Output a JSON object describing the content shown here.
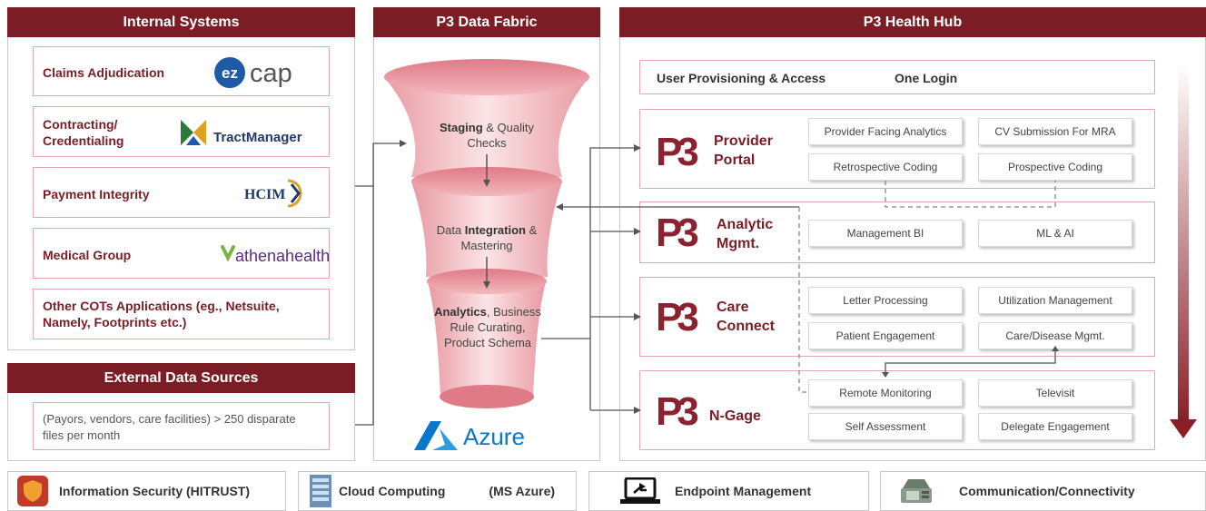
{
  "internal": {
    "title": "Internal Systems",
    "items": [
      {
        "label": "Claims Adjudication",
        "logo": "ezcap"
      },
      {
        "label": "Contracting/\nCredentialing",
        "logo": "TractManager"
      },
      {
        "label": "Payment Integrity",
        "logo": "HCIM"
      },
      {
        "label": "Medical Group",
        "logo": "athenahealth"
      },
      {
        "label": "Other COTs Applications (eg., Netsuite, Namely, Footprints etc.)",
        "logo": ""
      }
    ]
  },
  "external": {
    "title": "External Data Sources",
    "text": "(Payors, vendors, care facilities) > 250 disparate files per month"
  },
  "fabric": {
    "title": "P3 Data Fabric",
    "stage1_bold": "Staging",
    "stage1_rest": " & Quality Checks",
    "stage2_pre": "Data ",
    "stage2_bold": "Integration",
    "stage2_rest": " & Mastering",
    "stage3_bold": "Analytics",
    "stage3_rest": ", Business Rule Curating, Product Schema",
    "azure": "Azure"
  },
  "hub": {
    "title": "P3 Health Hub",
    "access_label": "User Provisioning & Access",
    "access_value": "One Login",
    "p3": "P3",
    "modules": [
      {
        "name_line1": "Provider",
        "name_line2": "Portal",
        "features": [
          "Provider Facing Analytics",
          "CV Submission For MRA",
          "Retrospective Coding",
          "Prospective Coding"
        ]
      },
      {
        "name_line1": "Analytic",
        "name_line2": "Mgmt.",
        "features": [
          "Management BI",
          "ML & AI"
        ]
      },
      {
        "name_line1": "Care",
        "name_line2": "Connect",
        "features": [
          "Letter Processing",
          "Utilization Management",
          "Patient Engagement",
          "Care/Disease Mgmt."
        ]
      },
      {
        "name_line1": "N-Gage",
        "name_line2": "",
        "features": [
          "Remote Monitoring",
          "Televisit",
          "Self Assessment",
          "Delegate Engagement"
        ]
      }
    ]
  },
  "bottom": [
    {
      "label": "Information Security (HITRUST)",
      "icon": "shield-icon"
    },
    {
      "label": "Cloud Computing",
      "extra": "(MS Azure)",
      "icon": "server-icon"
    },
    {
      "label": "Endpoint Management",
      "icon": "laptop-icon"
    },
    {
      "label": "Communication/Connectivity",
      "icon": "phone-icon"
    }
  ],
  "colors": {
    "brand": "#7b1d24",
    "accent_pink": "#e3a9ad",
    "azure": "#0a78c8"
  }
}
